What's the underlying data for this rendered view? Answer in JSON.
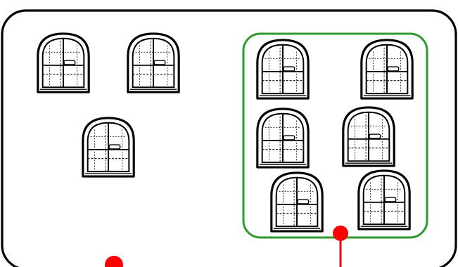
{
  "colors": {
    "background": "#ffffff",
    "outer_border": "#000000",
    "group_border": "#2e9a2e",
    "marker": "#ff0000",
    "window_stroke": "#000000"
  },
  "icons": {
    "window": "arched-window-icon",
    "marker": "red-dot-marker"
  },
  "groups": {
    "left": {
      "window_count": 3
    },
    "right": {
      "window_count": 6
    }
  }
}
